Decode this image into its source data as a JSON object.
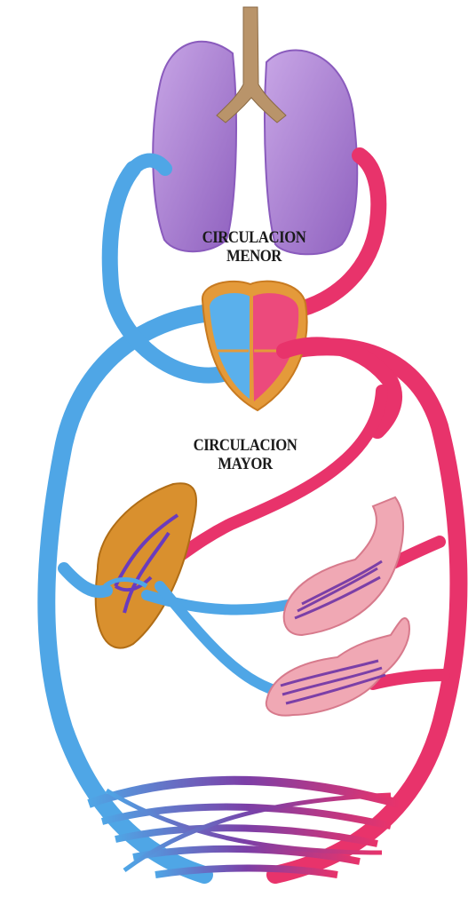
{
  "labels": {
    "pulmonary": [
      "CIRCULACION",
      "MENOR"
    ],
    "systemic": [
      "CIRCULACION",
      "MAYOR"
    ]
  },
  "colors": {
    "venous": "#4fa6e6",
    "arterial": "#e8336b",
    "lung": "#a67fcf",
    "heart_outline": "#e49a3a",
    "liver": "#d9902e",
    "trachea": "#b9946a",
    "organ_pink": "#f0a8b4",
    "capillary_mix": "#7b3fa7"
  },
  "icons": [
    "lung-icon",
    "heart-icon",
    "liver-icon",
    "stomach-icon",
    "intestine-icon",
    "trachea-icon"
  ]
}
